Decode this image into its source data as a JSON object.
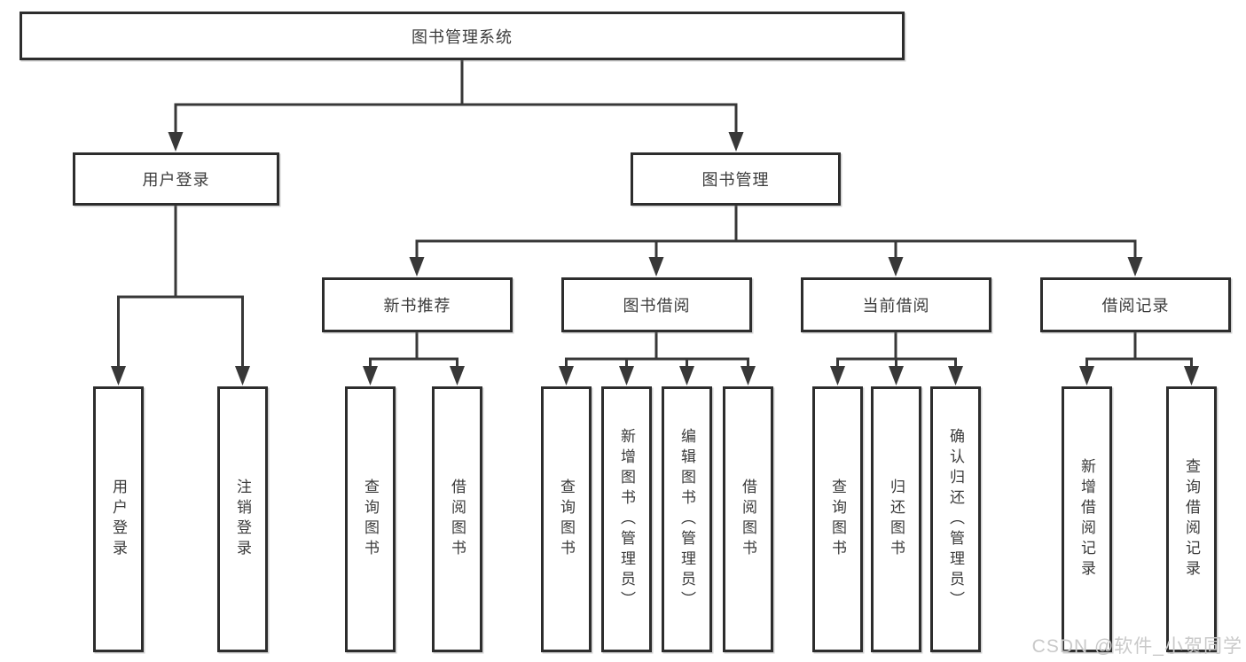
{
  "diagram": {
    "title": "图书管理系统",
    "root": {
      "label": "图书管理系统"
    },
    "level2": [
      {
        "label": "用户登录"
      },
      {
        "label": "图书管理"
      }
    ],
    "level3": [
      {
        "label": "新书推荐"
      },
      {
        "label": "图书借阅"
      },
      {
        "label": "当前借阅"
      },
      {
        "label": "借阅记录"
      }
    ],
    "leaves": {
      "user_login": [
        "用户登录",
        "注销登录"
      ],
      "new_book_recommend": [
        "查询图书",
        "借阅图书"
      ],
      "book_borrow": [
        "查询图书",
        "新增图书（管理员）",
        "编辑图书（管理员）",
        "借阅图书"
      ],
      "current_borrow": [
        "查询图书",
        "归还图书",
        "确认归还（管理员）"
      ],
      "borrow_records": [
        "新增借阅记录",
        "查询借阅记录"
      ]
    }
  },
  "watermark": {
    "text": "CSDN @软件_小贺同学"
  },
  "colors": {
    "line": "#383838",
    "box_border": "#2d2d2d",
    "text": "#3b3b3b",
    "watermark": "#c9c9c9",
    "background": "#ffffff"
  }
}
